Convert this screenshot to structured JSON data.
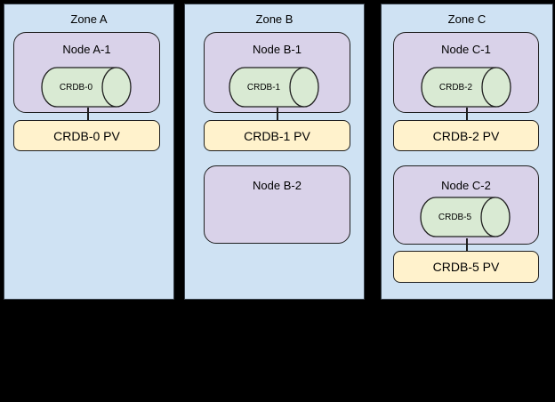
{
  "diagram": {
    "colors": {
      "canvas_bg": "#000000",
      "zone_fill": "#cfe2f3",
      "zone_border": "#37404a",
      "node_fill": "#d9d2e9",
      "pod_fill": "#d9ead3",
      "pv_fill": "#fff2cc",
      "shape_border": "#1f1f1f",
      "text": "#000000"
    },
    "zones": [
      {
        "label": "Zone A",
        "nodes": [
          {
            "label": "Node A-1",
            "pod": {
              "label": "CRDB-0"
            },
            "pv": {
              "label": "CRDB-0 PV"
            }
          }
        ]
      },
      {
        "label": "Zone B",
        "nodes": [
          {
            "label": "Node B-1",
            "pod": {
              "label": "CRDB-1"
            },
            "pv": {
              "label": "CRDB-1 PV"
            }
          },
          {
            "label": "Node B-2"
          }
        ]
      },
      {
        "label": "Zone C",
        "nodes": [
          {
            "label": "Node C-1",
            "pod": {
              "label": "CRDB-2"
            },
            "pv": {
              "label": "CRDB-2 PV"
            }
          },
          {
            "label": "Node C-2",
            "pod": {
              "label": "CRDB-5"
            },
            "pv": {
              "label": "CRDB-5 PV"
            }
          }
        ]
      }
    ]
  }
}
